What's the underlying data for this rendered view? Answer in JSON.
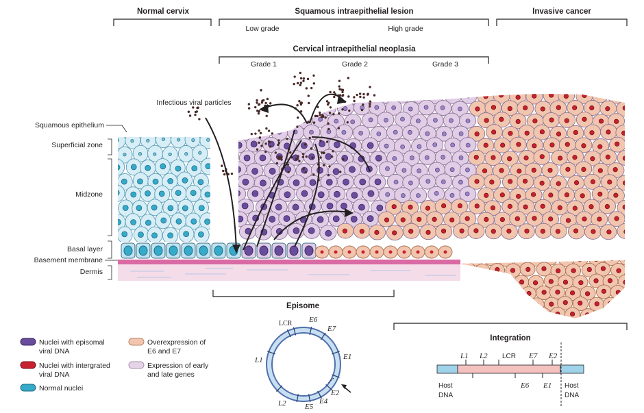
{
  "headings": {
    "normal_cervix": "Normal cervix",
    "sil": "Squamous intraepithelial lesion",
    "invasive": "Invasive cancer",
    "low_grade": "Low grade",
    "high_grade": "High grade",
    "cin": "Cervical intraepithelial neoplasia",
    "grade1": "Grade 1",
    "grade2": "Grade 2",
    "grade3": "Grade 3"
  },
  "labels": {
    "viral_particles": "Infectious viral particles",
    "squamous_epithelium": "Squamous epithelium",
    "superficial_zone": "Superficial zone",
    "midzone": "Midzone",
    "basal_layer": "Basal layer",
    "basement_membrane": "Basement membrane",
    "dermis": "Dermis",
    "episome": "Episome",
    "integration": "Integration"
  },
  "legend": [
    {
      "line1": "Nuclei with episomal",
      "line2": "viral DNA",
      "fill": "#6a4c9c",
      "edge": "#3b2a63"
    },
    {
      "line1": "Nuclei with intergrated",
      "line2": "viral DNA",
      "fill": "#c7212f",
      "edge": "#7a1019"
    },
    {
      "line1": "Normal nuclei",
      "line2": "",
      "fill": "#37a9c9",
      "edge": "#1c6f88"
    },
    {
      "line1": "Overexpression of",
      "line2": "E6 and E7",
      "fill": "#f2c6ae",
      "edge": "#b88468"
    },
    {
      "line1": "Expression of early",
      "line2": "and late genes",
      "fill": "#e5d3e8",
      "edge": "#a78fb0"
    }
  ],
  "episome_genes": {
    "lcr": "LCR",
    "e6": "E6",
    "e7": "E7",
    "e1": "E1",
    "e2": "E2",
    "e4": "E4",
    "e5": "E5",
    "l2": "L2",
    "l1": "L1"
  },
  "integration_genes": {
    "l1": "L1",
    "l2": "L2",
    "lcr": "LCR",
    "e7": "E7",
    "e2": "E2",
    "e6": "E6",
    "e1": "E1",
    "host_left_1": "Host",
    "host_left_2": "DNA",
    "host_right_1": "Host",
    "host_right_2": "DNA"
  },
  "colors": {
    "normal_cell": "#d8eef6",
    "normal_edge": "#5f9fb7",
    "normal_nucleus": "#37a9c9",
    "episomal_cell": "#e1cde6",
    "episomal_nucleus": "#6a4c9c",
    "cancer_cell": "#f2c6ae",
    "cancer_edge": "#a66f53",
    "cancer_nucleus": "#c7212f",
    "basement": "#d96aa3",
    "dermis": "#f4dce9",
    "virus": "#4a2a2a",
    "episome_ring": "#4f6fae"
  }
}
